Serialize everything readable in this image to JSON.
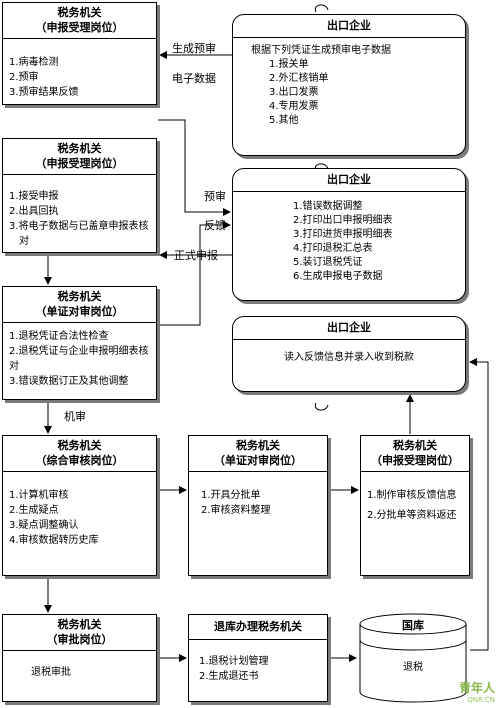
{
  "boxes": {
    "tax_accept_1": {
      "title_1": "税务机关",
      "title_2": "（申报受理岗位）",
      "items": [
        "1.病毒检测",
        "2.预审",
        "3.预审结果反馈"
      ]
    },
    "export_1": {
      "title": "出口企业",
      "items": [
        "根据下列凭证生成预审电子数据",
        "1.报关单",
        "2.外汇核销单",
        "3.出口发票",
        "4.专用发票",
        "5.其他"
      ]
    },
    "tax_accept_2": {
      "title_1": "税务机关",
      "title_2": "（申报受理岗位）",
      "items": [
        "1.接受申报",
        "2.出具回执",
        "3.将电子数据与已盖章申报表核对"
      ]
    },
    "export_2": {
      "title": "出口企业",
      "items": [
        "1.错误数据调整",
        "2.打印出口申报明细表",
        "3.打印进货申报明细表",
        "4.打印退税汇总表",
        "5.装订退税凭证",
        "6.生成申报电子数据"
      ]
    },
    "tax_verify_1": {
      "title_1": "税务机关",
      "title_2": "（单证对审岗位）",
      "items": [
        "1.退税凭证合法性检查",
        "2.退税凭证与企业申报明细表核对",
        "3.错误数据订正及其他调整"
      ]
    },
    "export_3": {
      "title": "出口企业",
      "text": "读入反馈信息并录入收到税款"
    },
    "tax_review": {
      "title_1": "税务机关",
      "title_2": "（综合审核岗位）",
      "items": [
        "1.计算机审核",
        "2.生成疑点",
        "3.疑点调整确认",
        "4.审核数据转历史库"
      ]
    },
    "tax_verify_2": {
      "title_1": "税务机关",
      "title_2": "（单证对审岗位）",
      "items": [
        "1.开具分批单",
        "2.审核资料整理"
      ]
    },
    "tax_accept_3": {
      "title_1": "税务机关",
      "title_2": "（申报受理岗位）",
      "items": [
        "1.制作审核反馈信息",
        "2.分批单等资料返还"
      ]
    },
    "tax_approve": {
      "title_1": "税务机关",
      "title_2": "（审批岗位）",
      "text": "退税审批"
    },
    "refund_office": {
      "title": "退库办理税务机关",
      "items": [
        "1.退税计划管理",
        "2.生成退还书"
      ]
    },
    "treasury": {
      "title": "国库",
      "text": "退税"
    }
  },
  "labels": {
    "prereview_data_1": "生成预审",
    "prereview_data_2": "电子数据",
    "prereview": "预审",
    "feedback": "反馈",
    "formal_declare": "正式申报",
    "machine_review": "机审"
  },
  "watermark": {
    "name": "青年人",
    "site": "QNR.CN"
  }
}
